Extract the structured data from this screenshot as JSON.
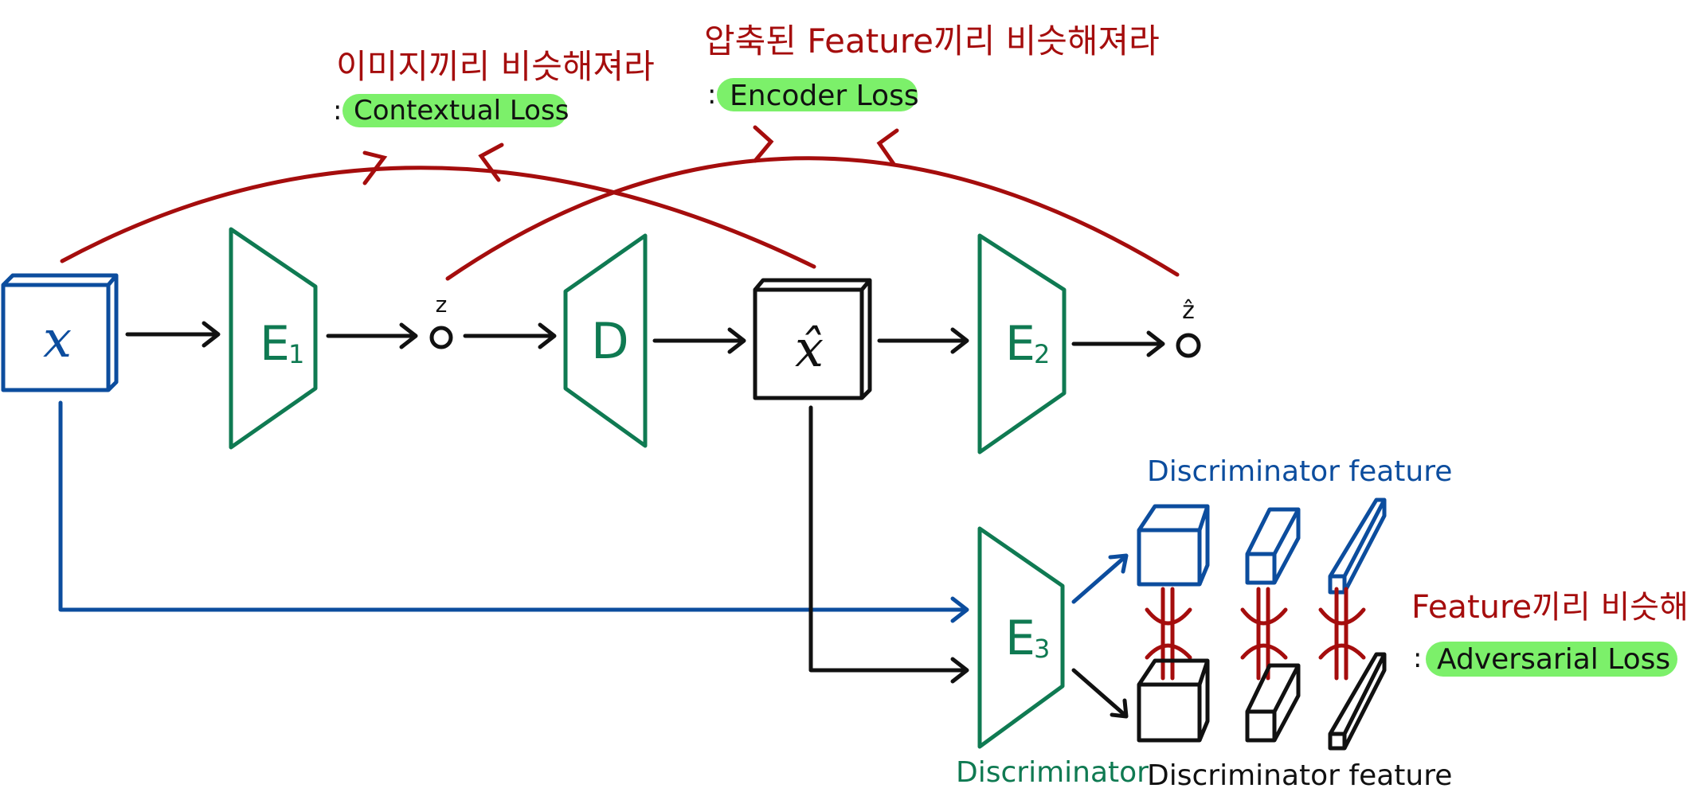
{
  "annotations": {
    "contextual": {
      "title": "이미지끼리 비슷해져라",
      "prefix": ":",
      "loss": "Contextual Loss"
    },
    "encoder": {
      "title": "압축된 Feature끼리 비슷해져라",
      "prefix": ":",
      "loss": "Encoder Loss"
    },
    "adversarial": {
      "title": "Feature끼리 비슷해져라",
      "prefix": ":",
      "loss": "Adversarial Loss"
    }
  },
  "nodes": {
    "input": "x",
    "encoder1": "E",
    "encoder1_sub": "1",
    "latent1": "z",
    "decoder": "D",
    "reconstruction": "x̂",
    "encoder2": "E",
    "encoder2_sub": "2",
    "latent2": "ẑ",
    "encoder3": "E",
    "encoder3_sub": "3"
  },
  "labels": {
    "discriminator": "Discriminator",
    "feature_top": "Discriminator feature",
    "feature_bottom": "Discriminator feature"
  },
  "colors": {
    "red": "#a50d0d",
    "green": "#0f7a52",
    "blue": "#0c4d9e",
    "black": "#111111",
    "highlight": "#7cf06a"
  }
}
